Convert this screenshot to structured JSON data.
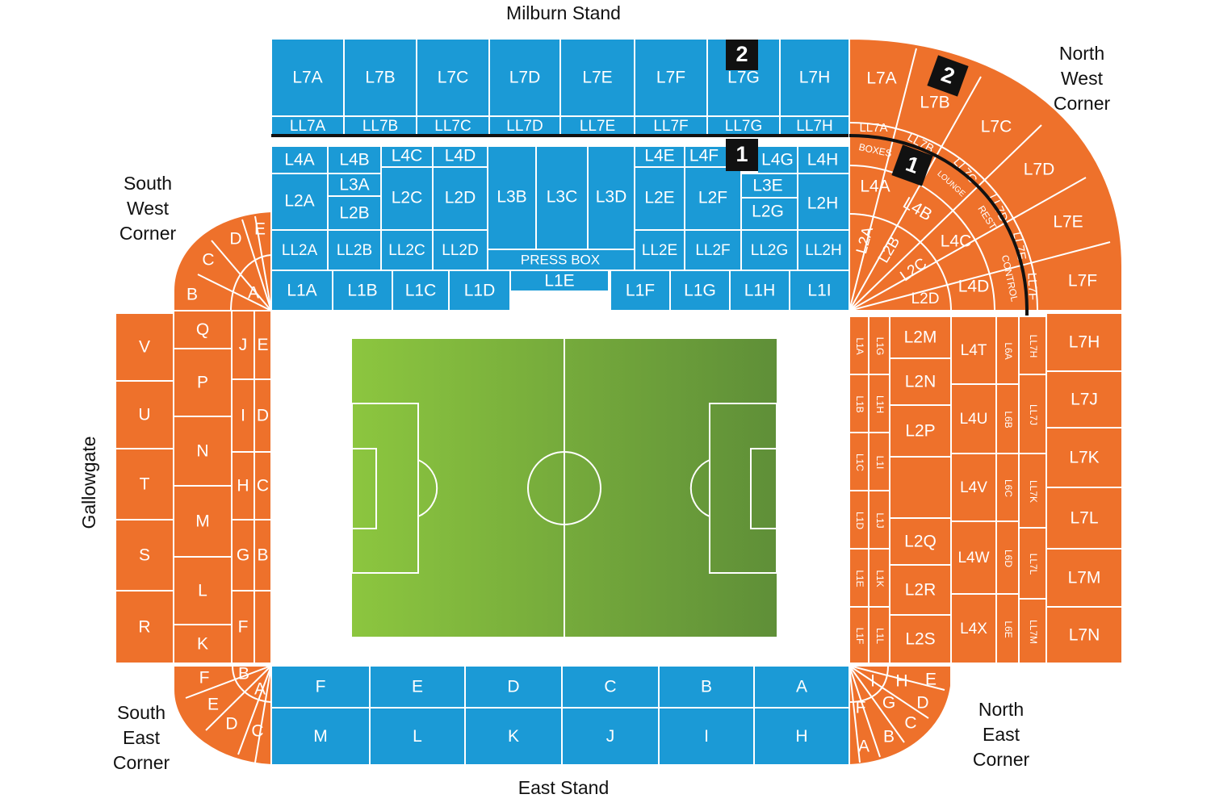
{
  "stands": {
    "north": "Milburn Stand",
    "south": "East Stand",
    "west": "Gallowgate",
    "corner_nw": [
      "North",
      "West",
      "Corner"
    ],
    "corner_sw": [
      "South",
      "West",
      "Corner"
    ],
    "corner_se": [
      "South",
      "East",
      "Corner"
    ],
    "corner_ne": [
      "North",
      "East",
      "Corner"
    ]
  },
  "colors": {
    "blue": "#1b9ad6",
    "orange": "#ee712b",
    "pitch_light": "#8cc63f",
    "pitch_dark": "#5f8f38"
  },
  "milburn": {
    "l7": [
      "L7A",
      "L7B",
      "L7C",
      "L7D",
      "L7E",
      "L7F",
      "L7G",
      "L7H"
    ],
    "ll7": [
      "LL7A",
      "LL7B",
      "LL7C",
      "LL7D",
      "LL7E",
      "LL7F",
      "LL7G",
      "LL7H"
    ],
    "l4": [
      "L4A",
      "L4B",
      "L4C",
      "L4D",
      "L4E",
      "L4F",
      "L4G",
      "L4H"
    ],
    "l3": [
      "L3A",
      "L3B",
      "L3C",
      "L3D",
      "L3E"
    ],
    "l2": [
      "L2A",
      "L2B",
      "L2C",
      "L2D",
      "L2E",
      "L2F",
      "L2G",
      "L2H"
    ],
    "ll2": [
      "LL2A",
      "LL2B",
      "LL2C",
      "LL2D",
      "LL2E",
      "LL2F",
      "LL2G",
      "LL2H"
    ],
    "press_box": "PRESS BOX",
    "l1": [
      "L1A",
      "L1B",
      "L1C",
      "L1D",
      "L1E",
      "L1F",
      "L1G",
      "L1H",
      "L1I"
    ]
  },
  "markers": [
    "1",
    "2"
  ],
  "nw_corner": {
    "l7": [
      "L7A",
      "L7B",
      "L7C",
      "L7D",
      "L7E",
      "L7F"
    ],
    "ll7": [
      "LL7A",
      "LL7B",
      "LL7C",
      "LL7D",
      "LL7E",
      "LL7F"
    ],
    "mid": [
      "L4A",
      "L4B",
      "L4C",
      "L4D",
      "L2A",
      "L2B",
      "L2C",
      "L2D"
    ],
    "small": [
      "BOXES",
      "LOUNGE",
      "REST",
      "CONTROL"
    ]
  },
  "leazes": {
    "l7": [
      "L7H",
      "L7J",
      "L7K",
      "L7L",
      "L7M",
      "L7N"
    ],
    "ll7": [
      "LL7H",
      "LL7J",
      "LL7K",
      "LL7L",
      "LL7M"
    ],
    "l6": [
      "L6A",
      "L6B",
      "L6C",
      "L6D",
      "L6E"
    ],
    "l4": [
      "L4T",
      "L4U",
      "L4V",
      "L4W",
      "L4X"
    ],
    "l2": [
      "L2M",
      "L2N",
      "L2P",
      "L2Q",
      "L2R",
      "L2S"
    ],
    "l1_inner": [
      "L1G",
      "L1H",
      "L1I",
      "L1J",
      "L1K",
      "L1L"
    ],
    "l1_outer": [
      "L1A",
      "L1B",
      "L1C",
      "L1D",
      "L1E",
      "L1F"
    ]
  },
  "east_stand": {
    "front": [
      "F",
      "E",
      "D",
      "C",
      "B",
      "A"
    ],
    "back": [
      "M",
      "L",
      "K",
      "J",
      "I",
      "H"
    ]
  },
  "gallowgate": {
    "outer": [
      "V",
      "U",
      "T",
      "S",
      "R"
    ],
    "middle": [
      "Q",
      "P",
      "N",
      "M",
      "L",
      "K"
    ],
    "inner_a": [
      "J",
      "I",
      "H",
      "G",
      "F"
    ],
    "inner_b": [
      "E",
      "D",
      "C",
      "B"
    ]
  },
  "sw_corner": [
    "B",
    "C",
    "D",
    "E",
    "A"
  ],
  "se_corner": [
    "F",
    "E",
    "D",
    "C",
    "B",
    "A"
  ],
  "ne_corner": [
    "I",
    "H",
    "E",
    "F",
    "G",
    "D",
    "C",
    "A",
    "B"
  ]
}
